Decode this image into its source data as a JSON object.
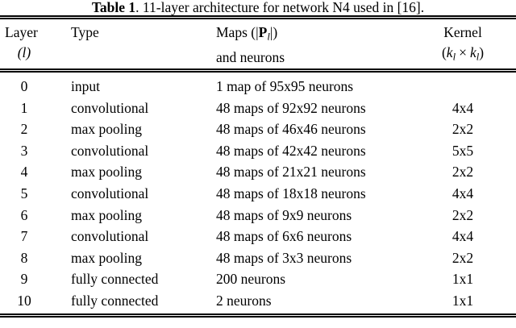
{
  "caption": {
    "label": "Table 1",
    "text": ". 11-layer architecture for network N4 used in [16]."
  },
  "header": {
    "layer": "Layer",
    "layer_sub": "(l)",
    "type": "Type",
    "maps_line1_prefix": "Maps (|",
    "maps_line1_symbol": "P",
    "maps_line1_subscript": "l",
    "maps_line1_suffix": "|)",
    "maps_line2": "and neurons",
    "kernel": "Kernel",
    "kernel_sub_open": "(",
    "kernel_sub_k1": "k",
    "kernel_sub_k1_idx": "l",
    "kernel_sub_times": "×",
    "kernel_sub_k2": "k",
    "kernel_sub_k2_idx": "l",
    "kernel_sub_close": ")"
  },
  "rows": [
    {
      "layer": "0",
      "type": "input",
      "maps": "1 map of 95x95 neurons",
      "kernel": ""
    },
    {
      "layer": "1",
      "type": "convolutional",
      "maps": "48 maps of 92x92 neurons",
      "kernel": "4x4"
    },
    {
      "layer": "2",
      "type": "max pooling",
      "maps": "48 maps of 46x46 neurons",
      "kernel": "2x2"
    },
    {
      "layer": "3",
      "type": "convolutional",
      "maps": "48 maps of 42x42 neurons",
      "kernel": "5x5"
    },
    {
      "layer": "4",
      "type": "max pooling",
      "maps": "48 maps of 21x21 neurons",
      "kernel": "2x2"
    },
    {
      "layer": "5",
      "type": "convolutional",
      "maps": "48 maps of 18x18 neurons",
      "kernel": "4x4"
    },
    {
      "layer": "6",
      "type": "max pooling",
      "maps": "48 maps of 9x9 neurons",
      "kernel": "2x2"
    },
    {
      "layer": "7",
      "type": "convolutional",
      "maps": "48 maps of 6x6 neurons",
      "kernel": "4x4"
    },
    {
      "layer": "8",
      "type": "max pooling",
      "maps": "48 maps of 3x3 neurons",
      "kernel": "2x2"
    },
    {
      "layer": "9",
      "type": "fully connected",
      "maps": "200 neurons",
      "kernel": "1x1"
    },
    {
      "layer": "10",
      "type": "fully connected",
      "maps": "2 neurons",
      "kernel": "1x1"
    }
  ]
}
